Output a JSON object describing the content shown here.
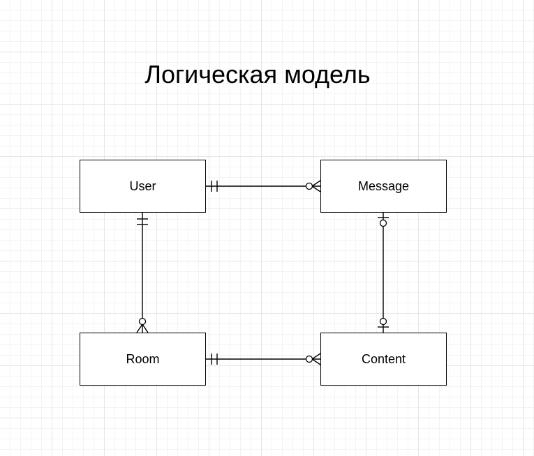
{
  "title": "Логическая модель",
  "entities": {
    "user": "User",
    "message": "Message",
    "room": "Room",
    "content": "Content"
  },
  "relationships": [
    {
      "from": "User",
      "to": "Message",
      "from_cardinality": "one-and-only-one",
      "to_cardinality": "zero-or-many"
    },
    {
      "from": "User",
      "to": "Room",
      "from_cardinality": "one-and-only-one",
      "to_cardinality": "zero-or-many"
    },
    {
      "from": "Message",
      "to": "Content",
      "from_cardinality": "zero-or-one",
      "to_cardinality": "zero-or-one"
    },
    {
      "from": "Room",
      "to": "Content",
      "from_cardinality": "one-and-only-one",
      "to_cardinality": "zero-or-many"
    }
  ],
  "colors": {
    "line": "#000000",
    "entity_fill": "#ffffff",
    "grid": "#e6e6e6",
    "background": "#ffffff"
  }
}
